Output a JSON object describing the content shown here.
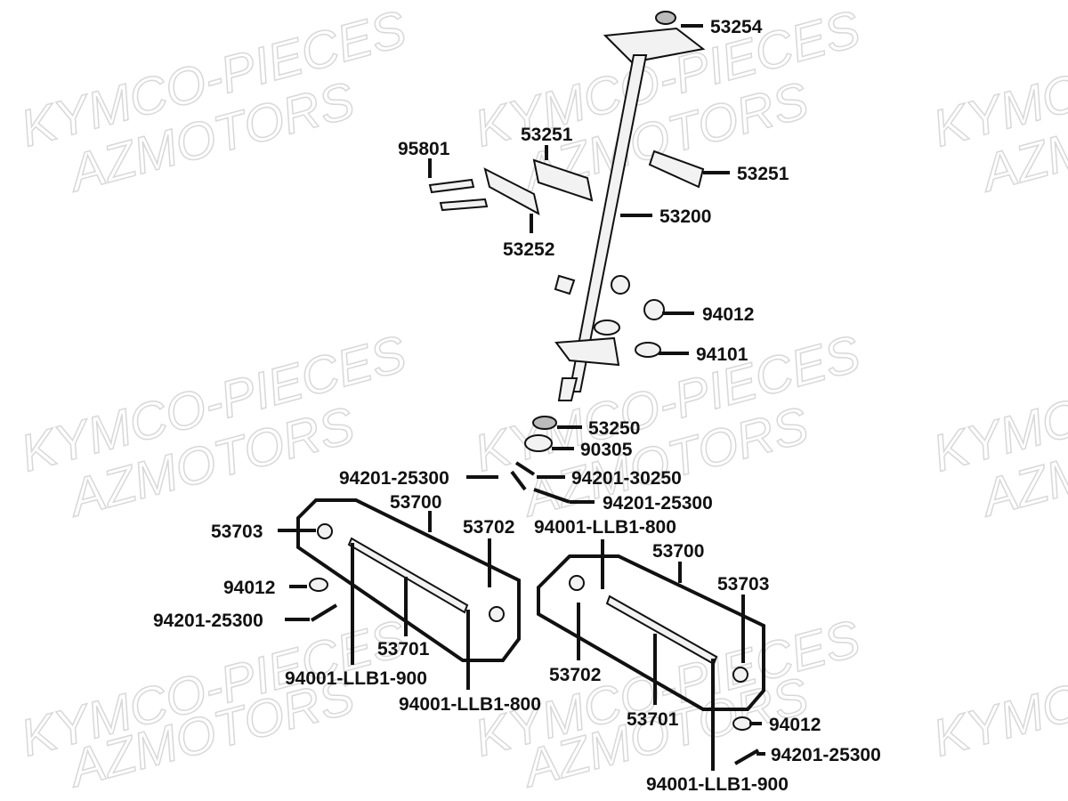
{
  "watermark": {
    "line1": "KYMCO-PIECES",
    "line2": "AZMOTORS"
  },
  "labels": {
    "l53254": "53254",
    "l95801": "95801",
    "l53251a": "53251",
    "l53251b": "53251",
    "l53200": "53200",
    "l53252": "53252",
    "l94012a": "94012",
    "l94101": "94101",
    "l53250": "53250",
    "l90305": "90305",
    "l94201_25300a": "94201-25300",
    "l94201_30250": "94201-30250",
    "l94201_25300b": "94201-25300",
    "l53700a": "53700",
    "l53702a": "53702",
    "l94001_800a": "94001-LLB1-800",
    "l53700b": "53700",
    "l53703a": "53703",
    "l53703b": "53703",
    "l94012b": "94012",
    "l94201_25300c": "94201-25300",
    "l53701a": "53701",
    "l94001_900a": "94001-LLB1-900",
    "l94001_800b": "94001-LLB1-800",
    "l53702b": "53702",
    "l53701b": "53701",
    "l94012c": "94012",
    "l94201_25300d": "94201-25300",
    "l94001_900b": "94001-LLB1-900"
  }
}
